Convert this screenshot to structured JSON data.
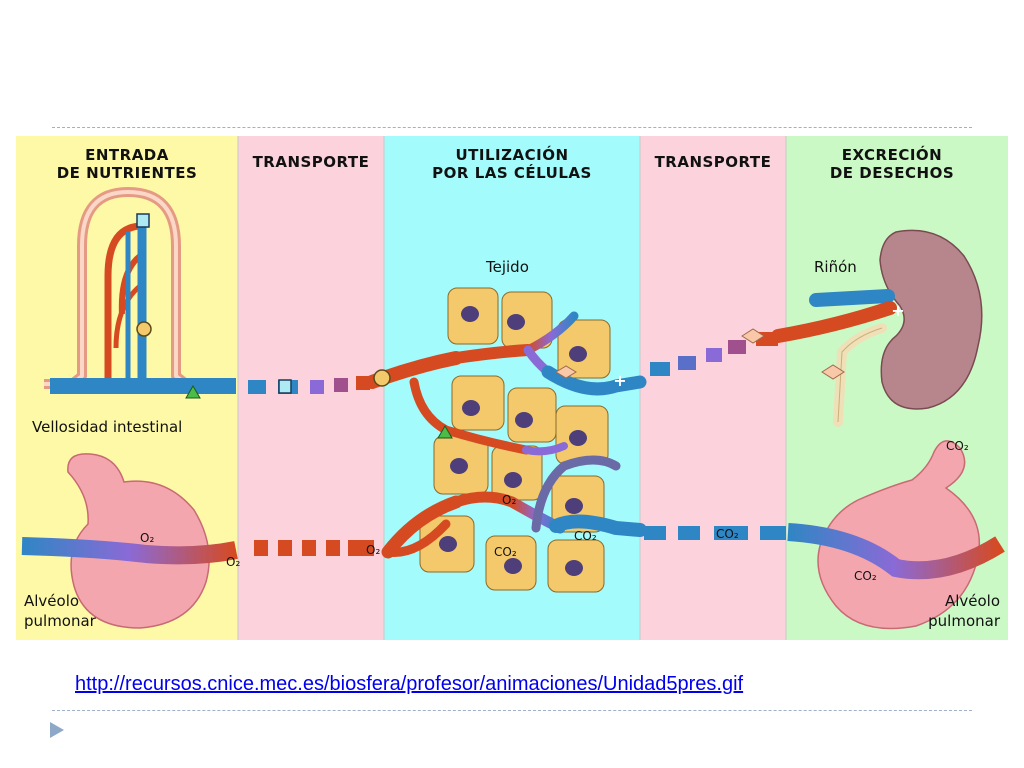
{
  "columns": {
    "entrada_1": "ENTRADA",
    "entrada_2": "DE NUTRIENTES",
    "transporte_left": "TRANSPORTE",
    "utilizacion_1": "UTILIZACIÓN",
    "utilizacion_2": "POR LAS CÉLULAS",
    "transporte_right": "TRANSPORTE",
    "excrecion_1": "EXCRECIÓN",
    "excrecion_2": "DE DESECHOS"
  },
  "labels": {
    "tejido": "Tejido",
    "rinon": "Riñón",
    "vellosidad": "Vellosidad intestinal",
    "alveolo_left_1": "Alvéolo",
    "alveolo_left_2": "pulmonar",
    "alveolo_right_1": "Alvéolo",
    "alveolo_right_2": "pulmonar"
  },
  "gases": {
    "o2": "O₂",
    "co2": "CO₂"
  },
  "colors": {
    "yellow_panel": "#fdf9a6",
    "pink_panel": "#fcd3dc",
    "cyan_panel": "#a4fbfb",
    "green_panel": "#cbf9c6",
    "artery": "#d64a22",
    "vein": "#2f86c4",
    "mixed": "#8a6ad6",
    "cell_fill": "#f3c96b",
    "nucleus": "#4e3e7a",
    "kidney": "#b7868c",
    "alveolus": "#f4a6ae"
  },
  "source_url": "http://recursos.cnice.mec.es/biosfera/profesor/animaciones/Unidad5pres.gif"
}
